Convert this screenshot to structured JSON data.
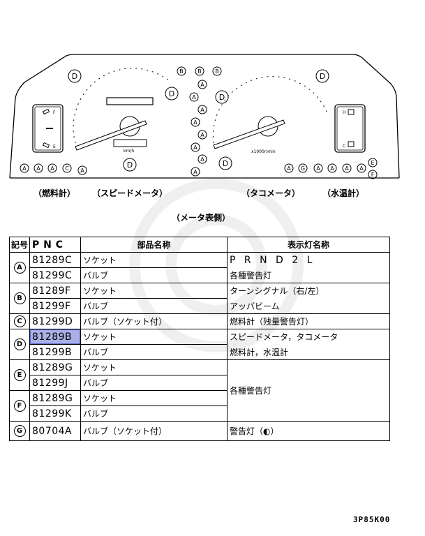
{
  "diagram": {
    "gauges": {
      "fuel": {
        "full": "F",
        "empty": "E",
        "label": "（燃料計）"
      },
      "speed": {
        "unit": "km/h",
        "label": "（スピードメータ）"
      },
      "tacho": {
        "unit": "x1000r/min",
        "label": "（タコメータ）"
      },
      "temp": {
        "hot": "H",
        "cold": "C",
        "label": "（水温計）"
      }
    },
    "caption": "（メータ表側）",
    "callouts": {
      "left_bottom": [
        "A",
        "A",
        "A",
        "C",
        "A"
      ],
      "right_bottom": [
        "A",
        "G",
        "A",
        "A",
        "A",
        "A"
      ],
      "right_side": [
        "E",
        "F"
      ],
      "top_center": [
        "B",
        "B",
        "B"
      ],
      "center_column": [
        "A",
        "A",
        "A",
        "A",
        "A",
        "A",
        "A",
        "A"
      ],
      "D_marks": [
        "D",
        "D",
        "D",
        "D",
        "D",
        "D"
      ]
    }
  },
  "table": {
    "headers": {
      "symbol": "記号",
      "pnc": "P N C",
      "part_name": "部品名称",
      "lamp_name": "表示灯名称"
    },
    "groups": [
      {
        "symbol": "A",
        "rows": [
          {
            "pnc": "81289C",
            "part": "ソケット"
          },
          {
            "pnc": "81299C",
            "part": "バルブ"
          }
        ],
        "lamp": [
          "P R N D 2 L",
          "各種警告灯"
        ]
      },
      {
        "symbol": "B",
        "rows": [
          {
            "pnc": "81289F",
            "part": "ソケット"
          },
          {
            "pnc": "81299F",
            "part": "バルブ"
          }
        ],
        "lamp": [
          "ターンシグナル（右/左）",
          "アッパビーム"
        ]
      },
      {
        "symbol": "C",
        "rows": [
          {
            "pnc": "81299D",
            "part": "バルブ（ソケット付）"
          }
        ],
        "lamp": [
          "燃料計（残量警告灯）"
        ]
      },
      {
        "symbol": "D",
        "rows": [
          {
            "pnc": "81289B",
            "part": "ソケット",
            "selected": true
          },
          {
            "pnc": "81299B",
            "part": "バルブ"
          }
        ],
        "lamp": [
          "スピードメータ，タコメータ",
          "燃料計，水温計"
        ]
      },
      {
        "symbol": "E",
        "rows": [
          {
            "pnc": "81289G",
            "part": "ソケット"
          },
          {
            "pnc": "81299J",
            "part": "バルブ"
          }
        ]
      },
      {
        "symbol": "F",
        "rows": [
          {
            "pnc": "81289G",
            "part": "ソケット"
          },
          {
            "pnc": "81299K",
            "part": "バルブ"
          }
        ]
      },
      {
        "symbol": "G",
        "rows": [
          {
            "pnc": "80704A",
            "part": "バルブ（ソケット付）"
          }
        ],
        "lamp": [
          "警告灯（◐）"
        ]
      }
    ],
    "shared_lamp_EF": "各種警告灯"
  },
  "footer": {
    "code": "3P85K00"
  },
  "colors": {
    "highlight": "#aab0e6",
    "line": "#000000"
  }
}
